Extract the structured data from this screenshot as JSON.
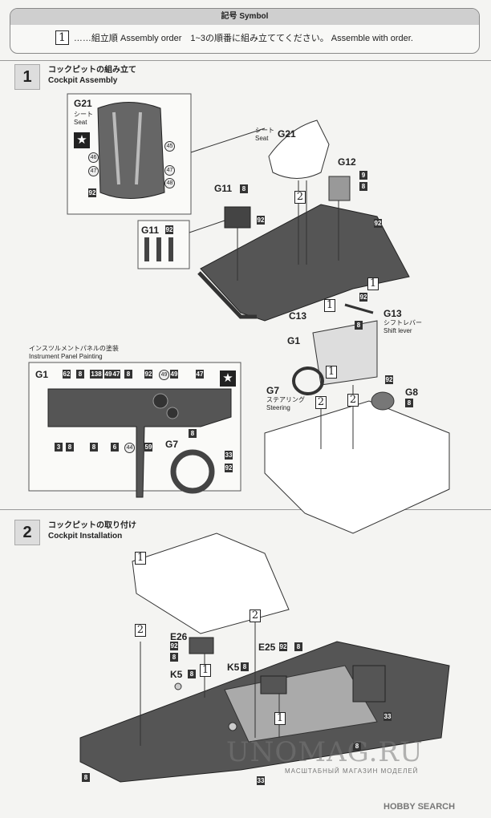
{
  "symbol": {
    "header": "記号  Symbol",
    "num": "1",
    "text": "……組立順 Assembly order　1~3の順番に組み立ててください。 Assemble with order."
  },
  "step1": {
    "num": "1",
    "title_jp": "コックピットの組み立て",
    "title_en": "Cockpit Assembly",
    "seat_inset": {
      "part": "G21",
      "jp": "シート",
      "en": "Seat",
      "codes_left": [
        "46",
        "47",
        "92"
      ],
      "codes_right": [
        "45",
        "47",
        "48"
      ]
    },
    "g11_inset": {
      "part": "G11",
      "code": "92"
    },
    "labels": {
      "seat_jp": "シート",
      "seat_en": "Seat",
      "g21": "G21",
      "g12": "G12",
      "g12_codes": [
        "9",
        "8"
      ],
      "g11": "G11",
      "g11_code": "8",
      "g11_code2": "92",
      "body_code": "92",
      "c13": "C13",
      "g13": "G13",
      "g13_jp": "シフトレバー",
      "g13_en": "Shift lever",
      "g13_codes": [
        "92",
        "8"
      ],
      "assembly": [
        "2",
        "1",
        "1"
      ]
    },
    "panel": {
      "title_jp": "インスツルメントパネルの塗装",
      "title_en": "Instrument Panel Painting",
      "part": "G1",
      "top_codes": [
        "62",
        "8",
        "138",
        "49",
        "47",
        "8",
        "92",
        "49",
        "49",
        "47"
      ],
      "bottom_codes": [
        "3",
        "8",
        "8",
        "6",
        "44",
        "8",
        "59"
      ],
      "g7": "G7",
      "g7_codes": [
        "33",
        "92"
      ]
    },
    "install": {
      "g1": "G1",
      "g7": "G7",
      "g7_jp": "ステアリング",
      "g7_en": "Steering",
      "g8": "G8",
      "g8_codes": [
        "92",
        "8"
      ],
      "assembly": [
        "1",
        "2",
        "2"
      ]
    }
  },
  "step2": {
    "num": "2",
    "title_jp": "コックピットの取り付け",
    "title_en": "Cockpit Installation",
    "labels": {
      "one": "1",
      "e26": "E26",
      "e26_codes": [
        "92",
        "8"
      ],
      "e25": "E25",
      "e25_codes": [
        "92",
        "8"
      ],
      "k5a": "K5",
      "k5a_code": "8",
      "k5b": "K5",
      "k5b_code": "8",
      "code33a": "33",
      "code33b": "33",
      "code8a": "8",
      "code8b": "8",
      "assembly": [
        "2",
        "2",
        "1",
        "1"
      ]
    }
  },
  "watermark": {
    "main": "UNOMAG.RU",
    "sub": "МАСШТАБНЫЙ МАГАЗИН МОДЕЛЕЙ",
    "brand": "HOBBY SEARCH"
  }
}
